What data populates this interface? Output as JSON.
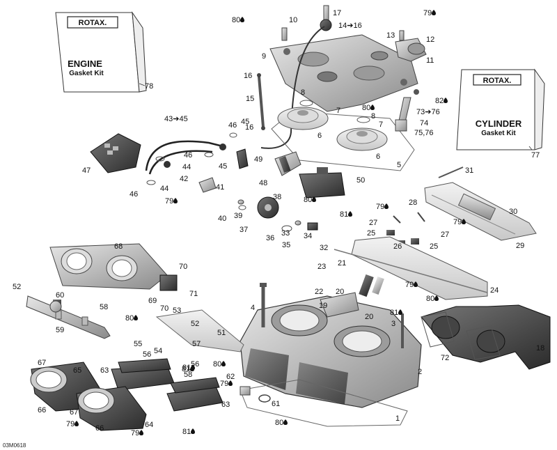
{
  "figure_ref": "03M0618",
  "kits": {
    "engine": {
      "brand": "ROTAX.",
      "title": "ENGINE",
      "subtitle": "Gasket Kit",
      "callout": "78"
    },
    "cylinder": {
      "brand": "ROTAX.",
      "title": "CYLINDER",
      "subtitle": "Gasket Kit",
      "callout": "77"
    }
  },
  "callouts": [
    "80",
    "10",
    "17",
    "14➔16",
    "79",
    "13",
    "12",
    "11",
    "9",
    "16",
    "15",
    "16",
    "8",
    "7",
    "80",
    "8",
    "7",
    "82",
    "73➔76",
    "74",
    "75,76",
    "6",
    "6",
    "5",
    "43➔45",
    "46",
    "45",
    "46",
    "45",
    "44",
    "44",
    "47",
    "46",
    "42",
    "41",
    "79",
    "49",
    "48",
    "50",
    "31",
    "38",
    "80",
    "40",
    "39",
    "37",
    "36",
    "33",
    "35",
    "34",
    "79",
    "28",
    "27",
    "27",
    "79",
    "30",
    "25",
    "26",
    "25",
    "29",
    "68",
    "81",
    "32",
    "70",
    "71",
    "69",
    "70",
    "53",
    "52",
    "60",
    "59",
    "58",
    "80",
    "55",
    "54",
    "56",
    "56",
    "57",
    "80",
    "51",
    "52",
    "81",
    "23",
    "21",
    "24",
    "20",
    "19",
    "22",
    "20",
    "81",
    "79",
    "4",
    "80",
    "3",
    "18",
    "72",
    "67",
    "65",
    "63",
    "81",
    "58",
    "62",
    "79",
    "61",
    "80",
    "1",
    "2",
    "66",
    "67",
    "66",
    "79",
    "64",
    "63",
    "81",
    "79"
  ]
}
